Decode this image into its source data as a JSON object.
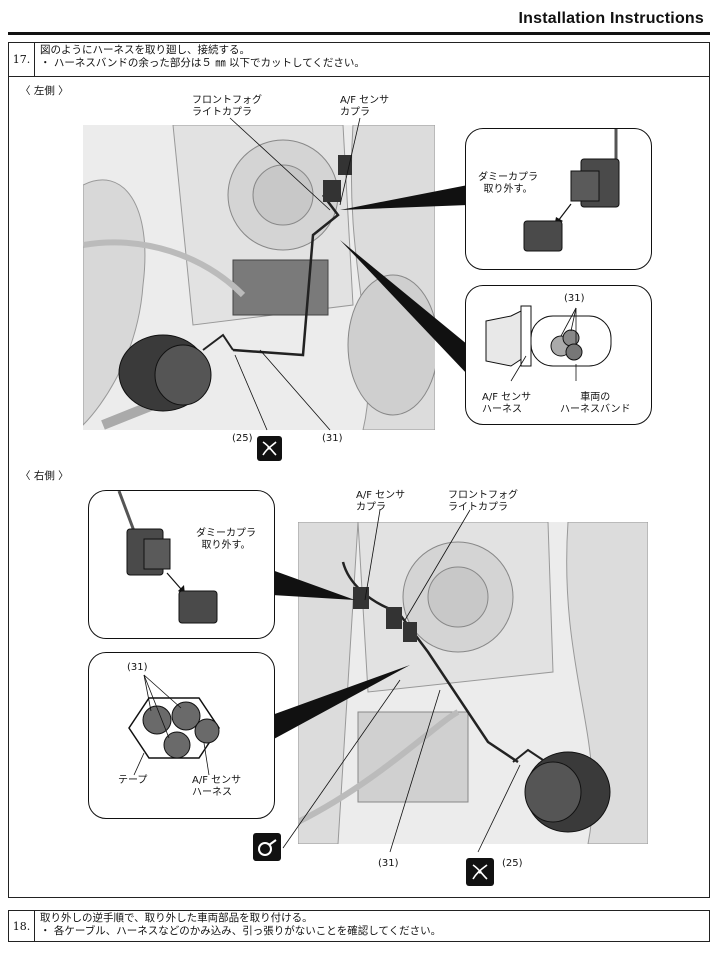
{
  "header": {
    "title": "Installation Instructions"
  },
  "step17": {
    "number": "17.",
    "line1": "図のようにハーネスを取り廻し、接続する。",
    "line2": "・ ハーネスバンドの余った部分は５ ㎜ 以下でカットしてください。"
  },
  "left_side": {
    "heading": "〈 左側 〉",
    "label_fog": "フロントフォグ\nライトカプラ",
    "label_af": "A/F センサ\nカプラ",
    "inset1_label": "ダミーカプラ\n取り外す。",
    "inset2_callout": "(31)",
    "inset2_af": "A/F センサ\nハーネス",
    "inset2_band": "車両の\nハーネスバンド",
    "callout_25": "(25)",
    "callout_31": "(31)"
  },
  "right_side": {
    "heading": "〈 右側 〉",
    "label_af": "A/F センサ\nカプラ",
    "label_fog": "フロントフォグ\nライトカプラ",
    "inset1_label": "ダミーカプラ\n取り外す。",
    "inset2_callout": "(31)",
    "inset2_tape": "テープ",
    "inset2_af": "A/F センサ\nハーネス",
    "callout_31": "(31)",
    "callout_25": "(25)"
  },
  "step18": {
    "number": "18.",
    "line1": "取り外しの逆手順で、取り外した車両部品を取り付ける。",
    "line2": "・ 各ケーブル、ハーネスなどのかみ込み、引っ張りがないことを確認してください。"
  }
}
